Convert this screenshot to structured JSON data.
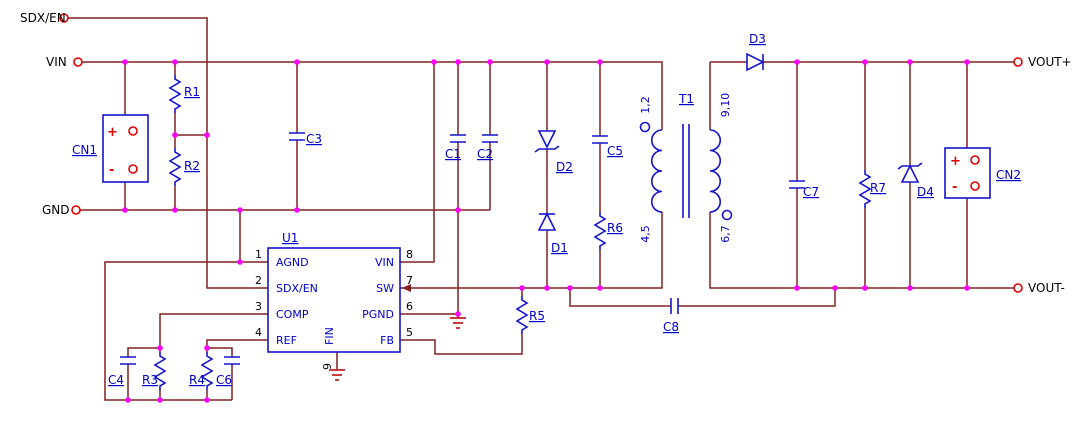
{
  "colors": {
    "wire": "#802020",
    "component": "#1414CC",
    "label": "#0000CC",
    "text": "#000000",
    "dot": "#FF00FF",
    "terminal": "#E00000",
    "ground": "#C02020",
    "background": "#FFFFFF"
  },
  "terminals": {
    "sdx_en": "SDX/EN",
    "vin": "VIN",
    "gnd": "GND",
    "vout_plus": "VOUT+",
    "vout_minus": "VOUT-"
  },
  "connectors": {
    "cn1": {
      "ref": "CN1",
      "plus": "+",
      "minus": "-"
    },
    "cn2": {
      "ref": "CN2",
      "plus": "+",
      "minus": "-"
    }
  },
  "ic": {
    "ref": "U1",
    "package_pin": "FIN",
    "pin_names": {
      "p1": "AGND",
      "p2": "SDX/EN",
      "p3": "COMP",
      "p4": "REF",
      "p5": "FB",
      "p6": "PGND",
      "p7": "SW",
      "p8": "VIN"
    },
    "pin_numbers": {
      "p1": "1",
      "p2": "2",
      "p3": "3",
      "p4": "4",
      "p5": "5",
      "p6": "6",
      "p7": "7",
      "p8": "8",
      "p9": "9"
    }
  },
  "transformer": {
    "ref": "T1",
    "pins": {
      "primary_top": "1,2",
      "primary_bottom": "4,5",
      "secondary_top": "9,10",
      "secondary_bottom": "6,7"
    }
  },
  "components": {
    "r1": "R1",
    "r2": "R2",
    "r3": "R3",
    "r4": "R4",
    "r5": "R5",
    "r6": "R6",
    "r7": "R7",
    "c1": "C1",
    "c2": "C2",
    "c3": "C3",
    "c4": "C4",
    "c5": "C5",
    "c6": "C6",
    "c7": "C7",
    "c8": "C8",
    "d1": "D1",
    "d2": "D2",
    "d3": "D3",
    "d4": "D4"
  }
}
